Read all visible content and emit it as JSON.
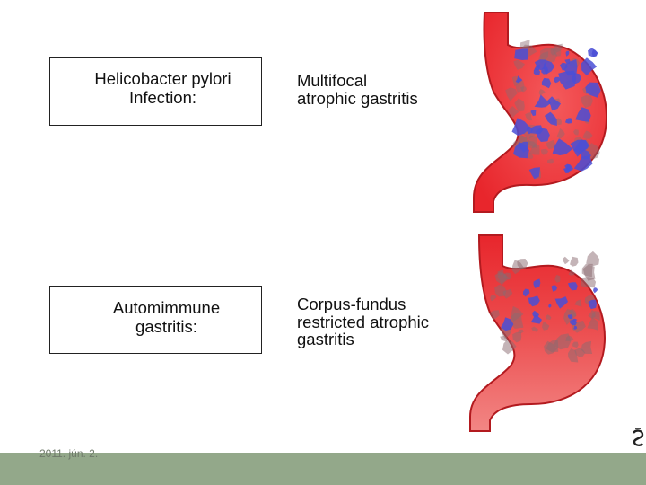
{
  "rows": [
    {
      "label": "Helicobacter pylori\nInfection:",
      "description": "Multifocal\natrophic gastritis",
      "pattern": "multifocal"
    },
    {
      "label": "Automimmune\ngastritis:",
      "description": "Corpus-fundus\nrestricted atrophic\ngastritis",
      "pattern": "corpus-fundus"
    }
  ],
  "colors": {
    "stomach_fill": "#e8262c",
    "stomach_light": "#f0726f",
    "stomach_outline": "#b31a1f",
    "lesion_blue": "#4a4fd6",
    "lesion_grey": "#8a6a70",
    "footer": "#93a88a"
  },
  "footer": {
    "date": "2011. jún. 2."
  },
  "icons": {
    "corner_logo": "slide-logo-icon"
  }
}
